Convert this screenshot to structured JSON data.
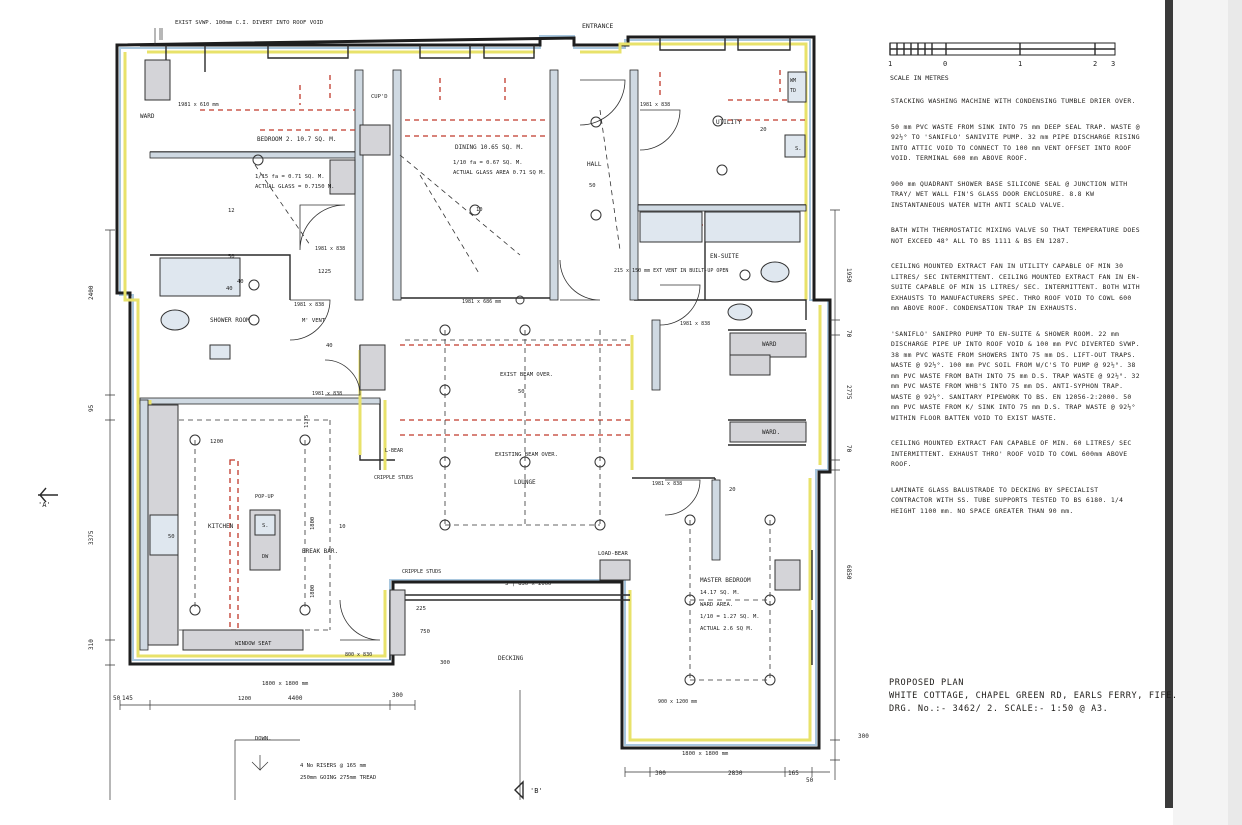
{
  "sheet": {
    "entrance": "ENTRANCE",
    "existing_svp": "EXIST SVWP. 100mm C.I. DIVERT INTO ROOF VOID",
    "scale_label": "SCALE IN METRES",
    "scale_ticks": [
      "1",
      "0",
      "1",
      "2",
      "3"
    ],
    "section_a_left": "'A'",
    "section_b_bottom": "'B'"
  },
  "rooms": {
    "bedroom2": [
      "BEDROOM 2. 10.7 SQ. M.",
      "1/15 fa = 0.71 SQ. M.",
      "ACTUAL GLASS = 0.7150 M."
    ],
    "dining": [
      "DINING 10.65 SQ. M.",
      "1/10 fa = 0.67 SQ. M.",
      "ACTUAL GLASS AREA 0.71 SQ M."
    ],
    "hall": "HALL",
    "utility": "UTILITY",
    "en_suite": "EN-SUITE",
    "shower_room": "SHOWER ROOM",
    "kitchen": "KITCHEN",
    "lounge": "LOUNGE",
    "decking": "DECKING",
    "master_bedroom": [
      "MASTER BEDROOM",
      "14.17 SQ. M.",
      "WARD AREA.",
      "1/10 = 1.27 SQ. M.",
      "ACTUAL 2.6 SQ M."
    ],
    "ward_top_left": "WARD",
    "ward_right_1": "WARD",
    "ward_right_2": "WARD.",
    "cupd": "CUP'D",
    "break_bar": "BREAK BAR.",
    "window_seat": "WINDOW SEAT",
    "l_bear": "L-BEAR",
    "load_bear": "LOAD-BEAR",
    "cripple_studs_1": "CRIPPLE STUDS",
    "cripple_studs_2": "CRIPPLE STUDS",
    "exist_beam": "EXIST BEAM OVER.",
    "existing_beam": "EXISTING BEAM OVER.",
    "mvent": "M' VENT",
    "down": "DOWN.",
    "risers": [
      "4 No RISERS @ 165 mm",
      "250mm GOING 275mm TREAD"
    ],
    "wm_td": [
      "WM",
      "TD"
    ],
    "pop_up": "POP-UP",
    "dw": "DW",
    "s_label": "S.",
    "ext_vent": "215 x 150 mm EXT VENT IN BUILT-UP OPEN"
  },
  "door_sizes": [
    "1981 x 610 mm",
    "1981 x 838",
    "1981 x 838",
    "1981 x 838",
    "1981 x 838",
    "1981 x 838",
    "1981 x 838",
    "1981 x 686 mm",
    "1981 x 838",
    "1981 x 838"
  ],
  "window_sizes": [
    "800 x 830",
    "1800 x 1800 mm",
    "3 | 830 x 2000",
    "1800 x 1800 mm",
    "900 x 1200 mm"
  ],
  "dimensions": {
    "left": [
      "2400",
      "95",
      "3375",
      "310",
      "50"
    ],
    "bottom_left": [
      "145",
      "4400",
      "300"
    ],
    "bottom_right": [
      "300",
      "2830",
      "165"
    ],
    "right": [
      "1950",
      "70",
      "2775",
      "70",
      "6850",
      "300",
      "50"
    ],
    "misc": [
      "1225",
      "1200",
      "1175",
      "1800",
      "1800",
      "225",
      "750",
      "300",
      "1200"
    ]
  },
  "light_ids": [
    "12",
    "10",
    "50",
    "20",
    "40",
    "50",
    "10",
    "20",
    "50",
    "40",
    "40",
    "50"
  ],
  "notes": [
    "STACKING WASHING MACHINE WITH CONDENSING TUMBLE DRIER OVER.",
    "50 mm PVC WASTE FROM SINK INTO 75 mm DEEP SEAL TRAP. WASTE @ 92½° TO 'SANIFLO' SANIVITE PUMP. 32 mm PIPE DISCHARGE RISING INTO ATTIC VOID TO CONNECT TO 100 mm VENT OFFSET INTO ROOF VOID. TERMINAL 600 mm ABOVE ROOF.",
    "900 mm QUADRANT SHOWER BASE SILICONE SEAL @ JUNCTION WITH TRAY/ WET WALL FIN'S GLASS DOOR ENCLOSURE. 8.8 KW INSTANTANEOUS WATER WITH ANTI SCALD VALVE.",
    "BATH WITH THERMOSTATIC MIXING VALVE SO THAT TEMPERATURE DOES NOT EXCEED 48° ALL TO BS 1111 & BS EN 1287.",
    "CEILING MOUNTED EXTRACT FAN IN UTILITY CAPABLE OF MIN 30 LITRES/ SEC INTERMITTENT. CEILING MOUNTED EXTRACT FAN IN EN-SUITE CAPABLE OF MIN 15 LITRES/ SEC. INTERMITTENT. BOTH WITH EXHAUSTS TO MANUFACTURERS SPEC. THRO ROOF VOID TO COWL 600 mm ABOVE ROOF. CONDENSATION TRAP IN EXHAUSTS.",
    "'SANIFLO' SANIPRO PUMP TO EN-SUITE & SHOWER ROOM. 22 mm DISCHARGE PIPE UP INTO ROOF VOID & 100 mm PVC DIVERTED SVWP. 38 mm PVC WASTE FROM SHOWERS INTO 75 mm DS. LIFT-OUT TRAPS. WASTE @ 92½°. 100 mm PVC SOIL FROM W/C'S TO PUMP @ 92½°. 38 mm PVC WASTE FROM BATH INTO 75 mm D.S. TRAP WASTE @ 92½°. 32 mm PVC WASTE FROM WHB'S INTO 75 mm DS. ANTI-SYPHON TRAP. WASTE @ 92½°. SANITARY PIPEWORK TO BS. EN 12056-2:2000. 50 mm PVC WASTE FROM K/ SINK INTO 75 mm D.S. TRAP WASTE @ 92½° WITHIN FLOOR BATTEN VOID TO EXIST WASTE.",
    "CEILING MOUNTED EXTRACT FAN CAPABLE OF MIN. 60 LITRES/ SEC INTERMITTENT. EXHAUST THRO' ROOF VOID TO COWL 600mm ABOVE ROOF.",
    "LAMINATE GLASS BALUSTRADE TO DECKING BY SPECIALIST CONTRACTOR WITH SS. TUBE SUPPORTS TESTED TO BS 6180. 1/4 HEIGHT 1100 mm. NO SPACE GREATER THAN 90 mm."
  ],
  "title_block": {
    "line1": "PROPOSED PLAN",
    "line2": "WHITE COTTAGE, CHAPEL GREEN RD, EARLS FERRY, FIFE.",
    "line3": "DRG. No.:- 3462/ 2.     SCALE:- 1:50 @ A3."
  },
  "colors": {
    "wall": "#1e1e1e",
    "insulation": "#e8e26a",
    "cavity": "#a9c7de",
    "red_dash": "#c0392b",
    "fixture_fill": "#dfe7ef"
  }
}
